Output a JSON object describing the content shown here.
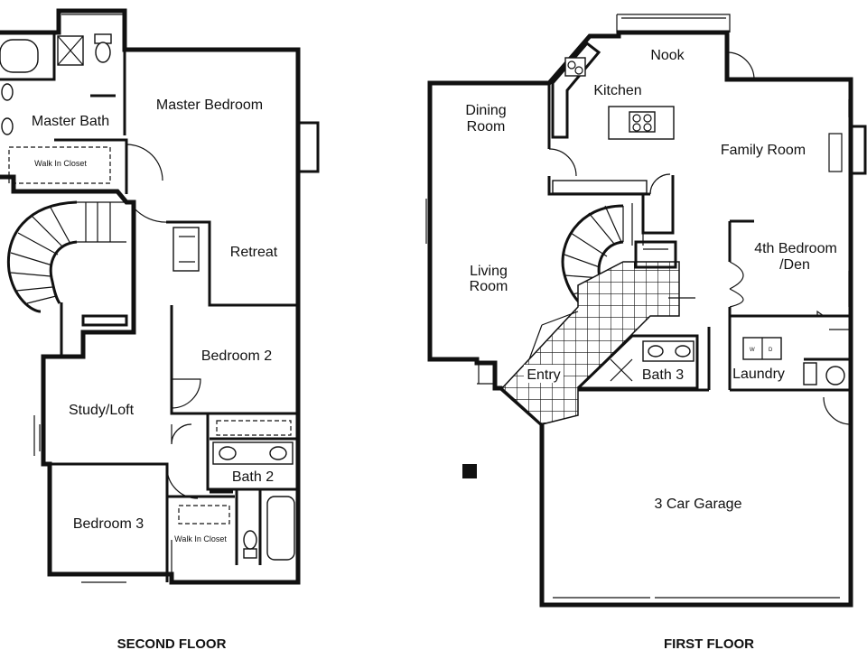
{
  "floors": {
    "second": {
      "title": "SECOND FLOOR",
      "rooms": {
        "master_bath": "Master Bath",
        "master_bedroom": "Master Bedroom",
        "walk_in_closet": "Walk In Closet",
        "retreat": "Retreat",
        "bedroom2": "Bedroom 2",
        "study_loft": "Study/Loft",
        "bath2": "Bath 2",
        "bedroom3": "Bedroom 3",
        "walk_in_closet2": "Walk In Closet"
      }
    },
    "first": {
      "title": "FIRST FLOOR",
      "rooms": {
        "nook": "Nook",
        "kitchen": "Kitchen",
        "dining_line1": "Dining",
        "dining_line2": "Room",
        "family_room": "Family Room",
        "living_line1": "Living",
        "living_line2": "Room",
        "bedroom4_line1": "4th Bedroom",
        "bedroom4_line2": "/Den",
        "entry": "Entry",
        "bath3": "Bath 3",
        "laundry": "Laundry",
        "garage": "3 Car Garage"
      }
    }
  }
}
